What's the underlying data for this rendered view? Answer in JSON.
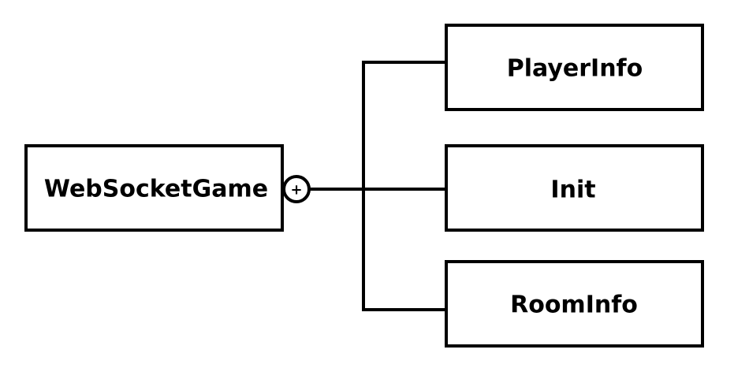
{
  "diagram": {
    "root": {
      "label": "WebSocketGame"
    },
    "nesting_symbol": "+",
    "children": [
      {
        "label": "PlayerInfo"
      },
      {
        "label": "Init"
      },
      {
        "label": "RoomInfo"
      }
    ]
  },
  "colors": {
    "background": "#ffffff",
    "stroke": "#000000"
  }
}
